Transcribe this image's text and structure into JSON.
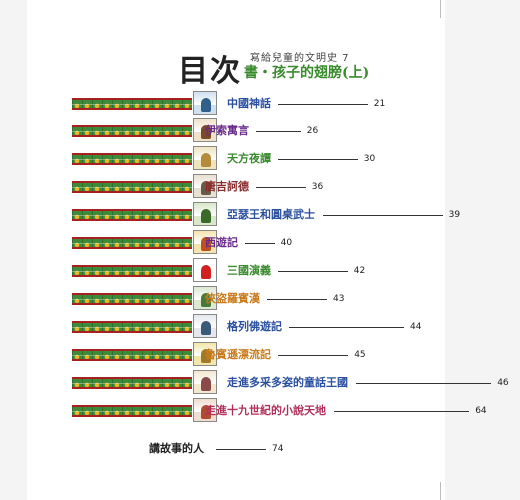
{
  "header": {
    "main": "目次",
    "series": "寫給兒童的文明史 7",
    "book": "書・孩子的翅膀(上)"
  },
  "entries": [
    {
      "title": "中國神話",
      "page": "21",
      "color": "#2a4fa0"
    },
    {
      "title": "伊索寓言",
      "page": "26",
      "color": "#6a2a8a"
    },
    {
      "title": "天方夜譚",
      "page": "30",
      "color": "#3a8a2e"
    },
    {
      "title": "唐吉訶德",
      "page": "36",
      "color": "#8a2a2a"
    },
    {
      "title": "亞瑟王和圓桌武士",
      "page": "39",
      "color": "#2a4fa0"
    },
    {
      "title": "西遊記",
      "page": "40",
      "color": "#6a2a8a"
    },
    {
      "title": "三國演義",
      "page": "42",
      "color": "#3a8a2e"
    },
    {
      "title": "俠盜羅賓漢",
      "page": "43",
      "color": "#c97a1a"
    },
    {
      "title": "格列佛遊記",
      "page": "44",
      "color": "#2a4fa0"
    },
    {
      "title": "魯賓遜漂流記",
      "page": "45",
      "color": "#c97a1a"
    },
    {
      "title": "走進多采多姿的童話王國",
      "page": "46",
      "color": "#2a4fa0"
    },
    {
      "title": "走進十九世紀的小說天地",
      "page": "64",
      "color": "#b0305a"
    }
  ],
  "closing": {
    "title": "講故事的人",
    "page": "74",
    "color": "#222222"
  }
}
